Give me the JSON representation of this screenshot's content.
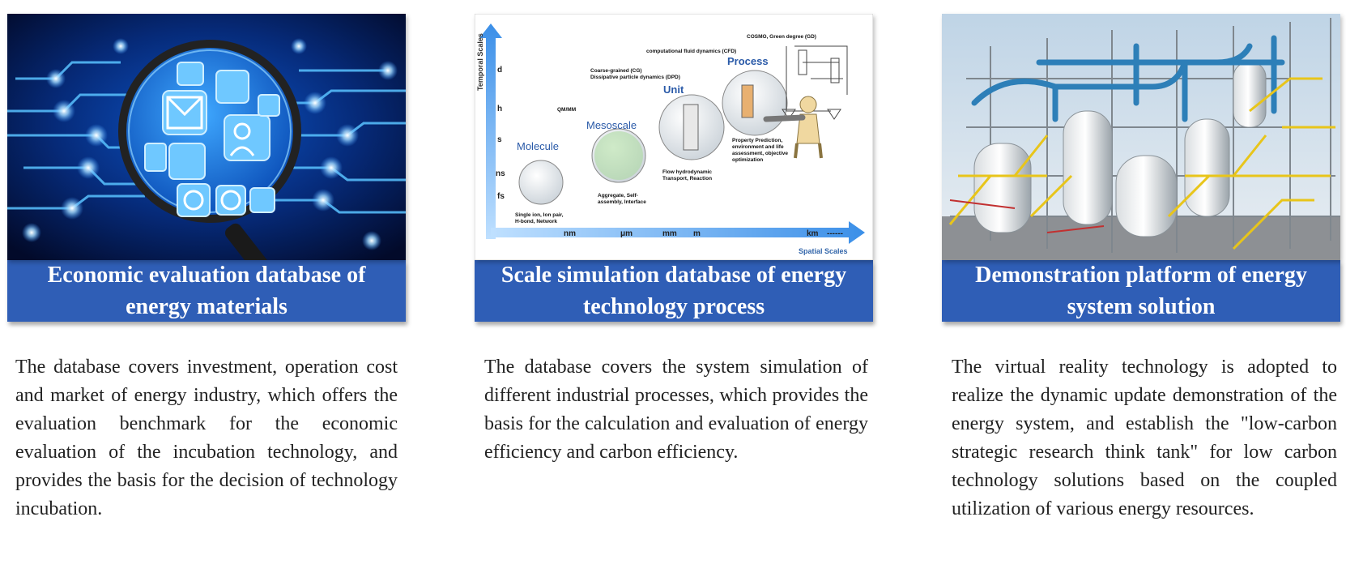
{
  "colors": {
    "caption_bg": "#2f5eb6",
    "caption_text": "#ffffff",
    "body_text": "#222222"
  },
  "cards": [
    {
      "title": "Economic evaluation database of energy materials",
      "description": "The database covers investment, operation cost and market of energy industry, which offers the evaluation benchmark for the economic evaluation of the incubation technology, and provides the basis for the decision of technology incubation.",
      "image_icon": "magnifier-over-app-icons-image"
    },
    {
      "title": "Scale simulation database of energy technology process",
      "description": "The database covers the system simulation of different industrial processes, which provides the basis for the calculation and evaluation of energy efficiency and carbon efficiency.",
      "image_icon": "multiscale-simulation-diagram-image",
      "diagram": {
        "y_axis": "Temporal Scales",
        "x_axis": "Spatial Scales",
        "y_ticks": [
          "d",
          "h",
          "s",
          "ns",
          "fs"
        ],
        "x_ticks": [
          "nm",
          "μm",
          "mm",
          "m",
          "km",
          "------"
        ],
        "stages": [
          "Molecule",
          "Mesoscale",
          "Unit",
          "Process"
        ],
        "notes": [
          "COSMO, Green degree (GD)",
          "computational fluid dynamics (CFD)",
          "Coarse-grained (CG)",
          "Dissipative particle dynamics (DPD)",
          "QM/MM",
          "Single ion,  Ion pair,",
          "H-bond,  Network",
          "Aggregate, Self-",
          "assembly, Interface",
          "Flow hydrodynamic",
          "Transport, Reaction",
          "Property Prediction,",
          "environment and life",
          "assessment, objective",
          "optimization"
        ]
      }
    },
    {
      "title": "Demonstration platform of energy system solution",
      "description": "The virtual reality technology is adopted to realize the dynamic update demonstration of the energy system, and establish the \"low-carbon strategic research think tank\" for low carbon technology solutions based on the coupled utilization of various energy resources.",
      "image_icon": "industrial-plant-rendering-image"
    }
  ]
}
